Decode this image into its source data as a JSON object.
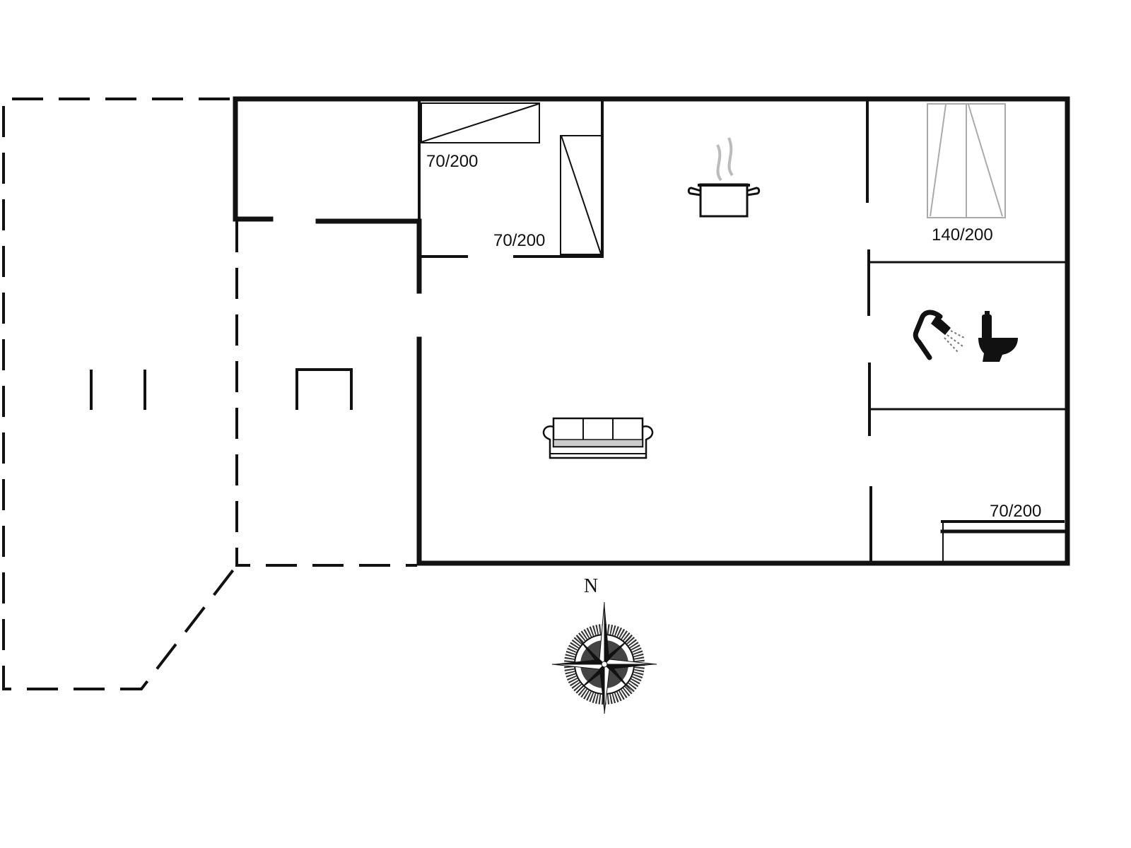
{
  "bed_labels": {
    "bed_1": "70/200",
    "bed_2": "70/200",
    "bed_3": "140/200",
    "bed_4": "70/200"
  },
  "compass": {
    "north_label": "N"
  },
  "icons": [
    "cooking-pot-icon",
    "shower-icon",
    "toilet-icon",
    "sofa-icon",
    "compass-rose-icon"
  ]
}
